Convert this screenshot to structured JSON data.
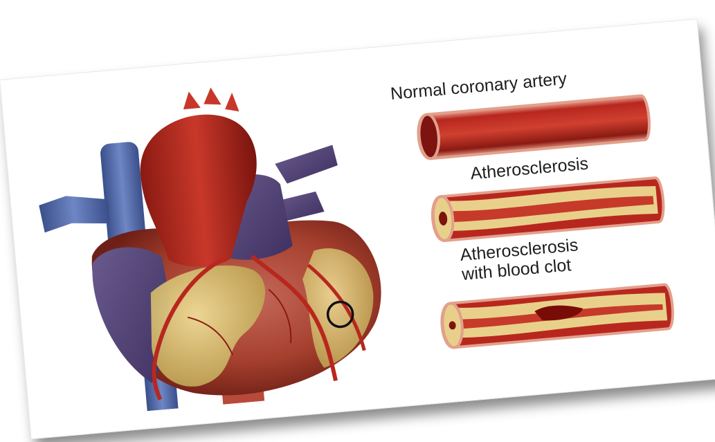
{
  "labels": {
    "normal": "Normal coronary artery",
    "athero": "Atherosclerosis",
    "clot_line1": "Atherosclerosis",
    "clot_line2": "with blood clot"
  },
  "colors": {
    "artery_red": "#b8271e",
    "artery_dark": "#7d1410",
    "plaque_yellow": "#e8d08a",
    "vein_blue": "#5a6fa8",
    "heart_red": "#a83a2a",
    "fat_yellow": "#d8c070"
  },
  "icons": {
    "heart": "heart-illustration-icon",
    "circle": "blockage-marker-circle"
  }
}
